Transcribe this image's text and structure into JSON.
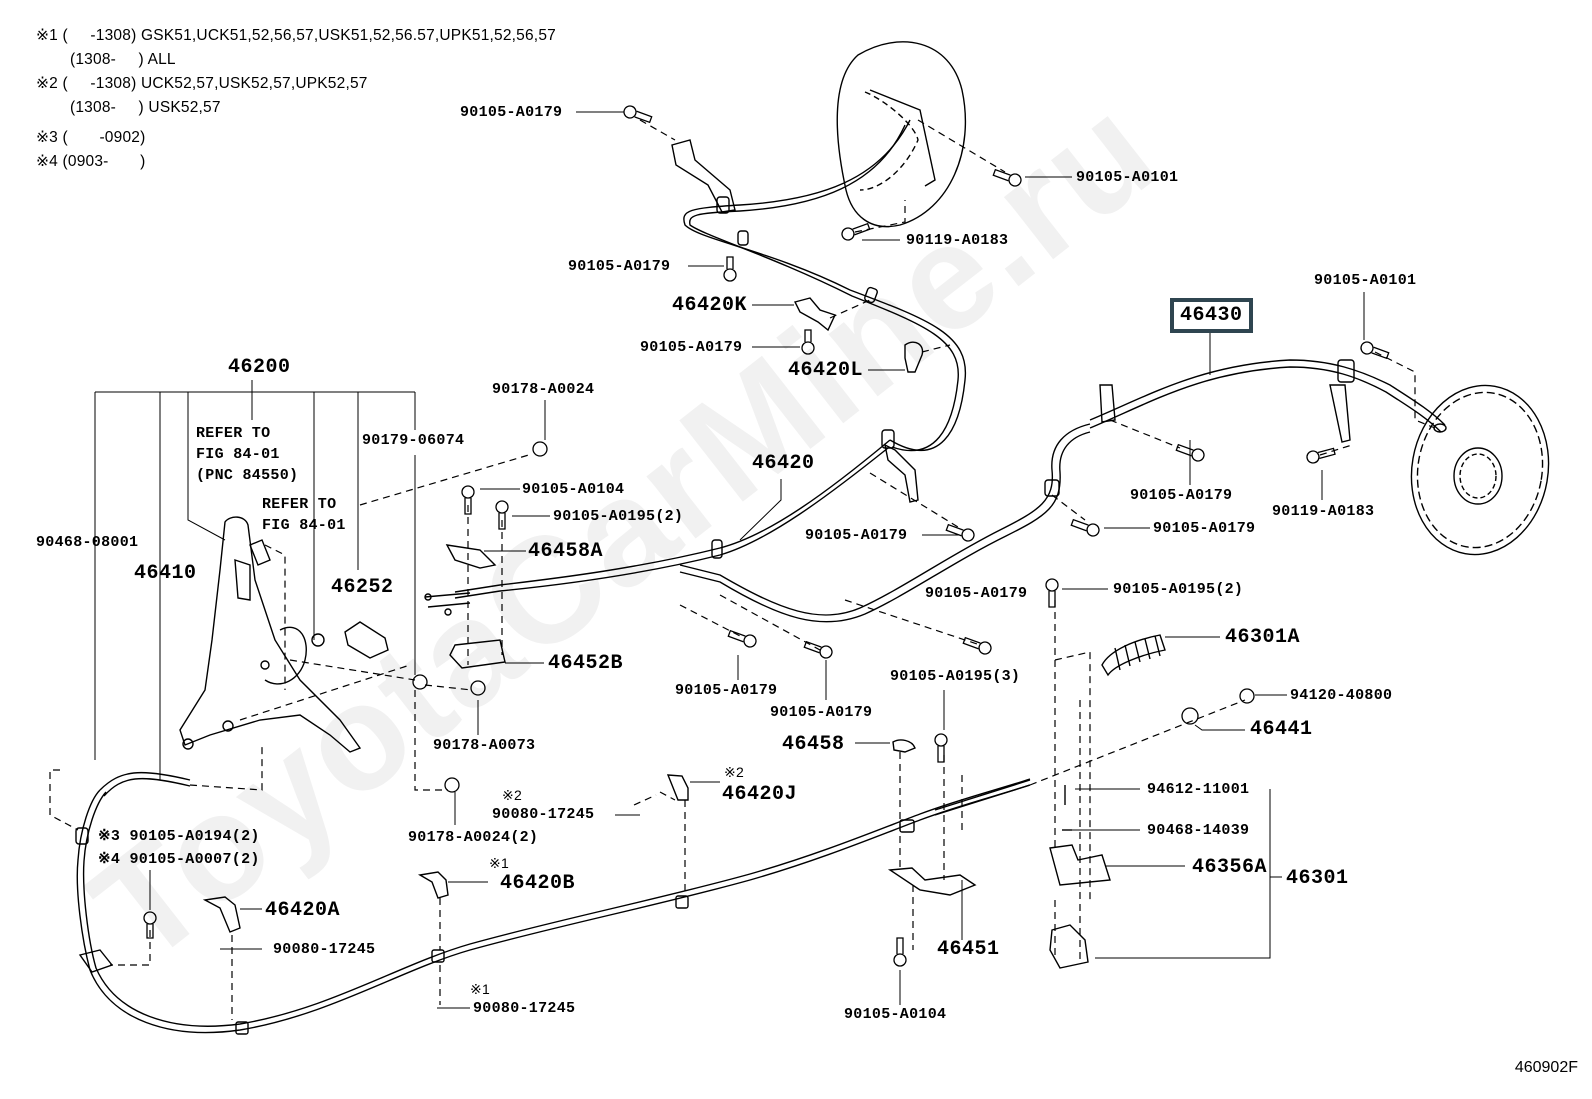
{
  "watermark": "ToyotaCarMine.ru",
  "figure_id": "460902F",
  "notes": [
    {
      "mark": "※1",
      "range": "(     -1308)",
      "models": "GSK51,UCK51,52,56,57,USK51,52,56.57,UPK51,52,56,57"
    },
    {
      "mark": "",
      "range": "(1308-     )",
      "models": "ALL"
    },
    {
      "mark": "※2",
      "range": "(     -1308)",
      "models": "UCK52,57,USK52,57,UPK52,57"
    },
    {
      "mark": "",
      "range": "(1308-     )",
      "models": "USK52,57"
    },
    {
      "mark": "※3",
      "range": "(       -0902)",
      "models": ""
    },
    {
      "mark": "※4",
      "range": "(0903-       )",
      "models": ""
    }
  ],
  "labels": {
    "p90105_A0179_top": "90105-A0179",
    "p90105_A0101_top": "90105-A0101",
    "p90119_A0183_top": "90119-A0183",
    "p90105_A0179_b": "90105-A0179",
    "p46420K": "46420K",
    "p90105_A0179_c": "90105-A0179",
    "p46420L": "46420L",
    "p46430": "46430",
    "p90105_A0101_right": "90105-A0101",
    "p46200": "46200",
    "p90178_A0024": "90178-A0024",
    "refer1": "REFER TO\nFIG 84-01\n(PNC 84550)",
    "refer2": "REFER TO\nFIG 84-01",
    "p90179_06074": "90179-06074",
    "p46420": "46420",
    "p90105_A0179_right1": "90105-A0179",
    "p90119_A0183_right": "90119-A0183",
    "p90105_A0104_a": "90105-A0104",
    "p90105_A0195_2a": "90105-A0195(2)",
    "p90105_A0179_mid": "90105-A0179",
    "p90105_A0179_right2": "90105-A0179",
    "p90468_08001": "90468-08001",
    "p46458A": "46458A",
    "p46410": "46410",
    "p46252": "46252",
    "p90105_A0179_low": "90105-A0179",
    "p90105_A0195_2b": "90105-A0195(2)",
    "p46301A": "46301A",
    "p46452B": "46452B",
    "p90105_A0179_low2": "90105-A0179",
    "p90105_A0195_3": "90105-A0195(3)",
    "p94120_40800": "94120-40800",
    "p90105_A0179_low3": "90105-A0179",
    "p46441": "46441",
    "p90178_A0073": "90178-A0073",
    "p46458": "46458",
    "mark2_a": "※2",
    "p46420J": "46420J",
    "mark2_b": "※2",
    "p90080_17245_a": "90080-17245",
    "p94612_11001": "94612-11001",
    "p90178_A0024_2": "90178-A0024(2)",
    "p90468_14039": "90468-14039",
    "p90105_A0194": "※3 90105-A0194(2)",
    "p90105_A0007": "※4 90105-A0007(2)",
    "mark1_a": "※1",
    "p46420B": "46420B",
    "p46356A": "46356A",
    "p46301": "46301",
    "p46420A": "46420A",
    "p90080_17245_b": "90080-17245",
    "p46451": "46451",
    "mark1_b": "※1",
    "p90080_17245_c": "90080-17245",
    "p90105_A0104_b": "90105-A0104"
  },
  "colors": {
    "highlight_border": "#2f4550",
    "ink": "#000000",
    "watermark": "#f1f1f1"
  }
}
